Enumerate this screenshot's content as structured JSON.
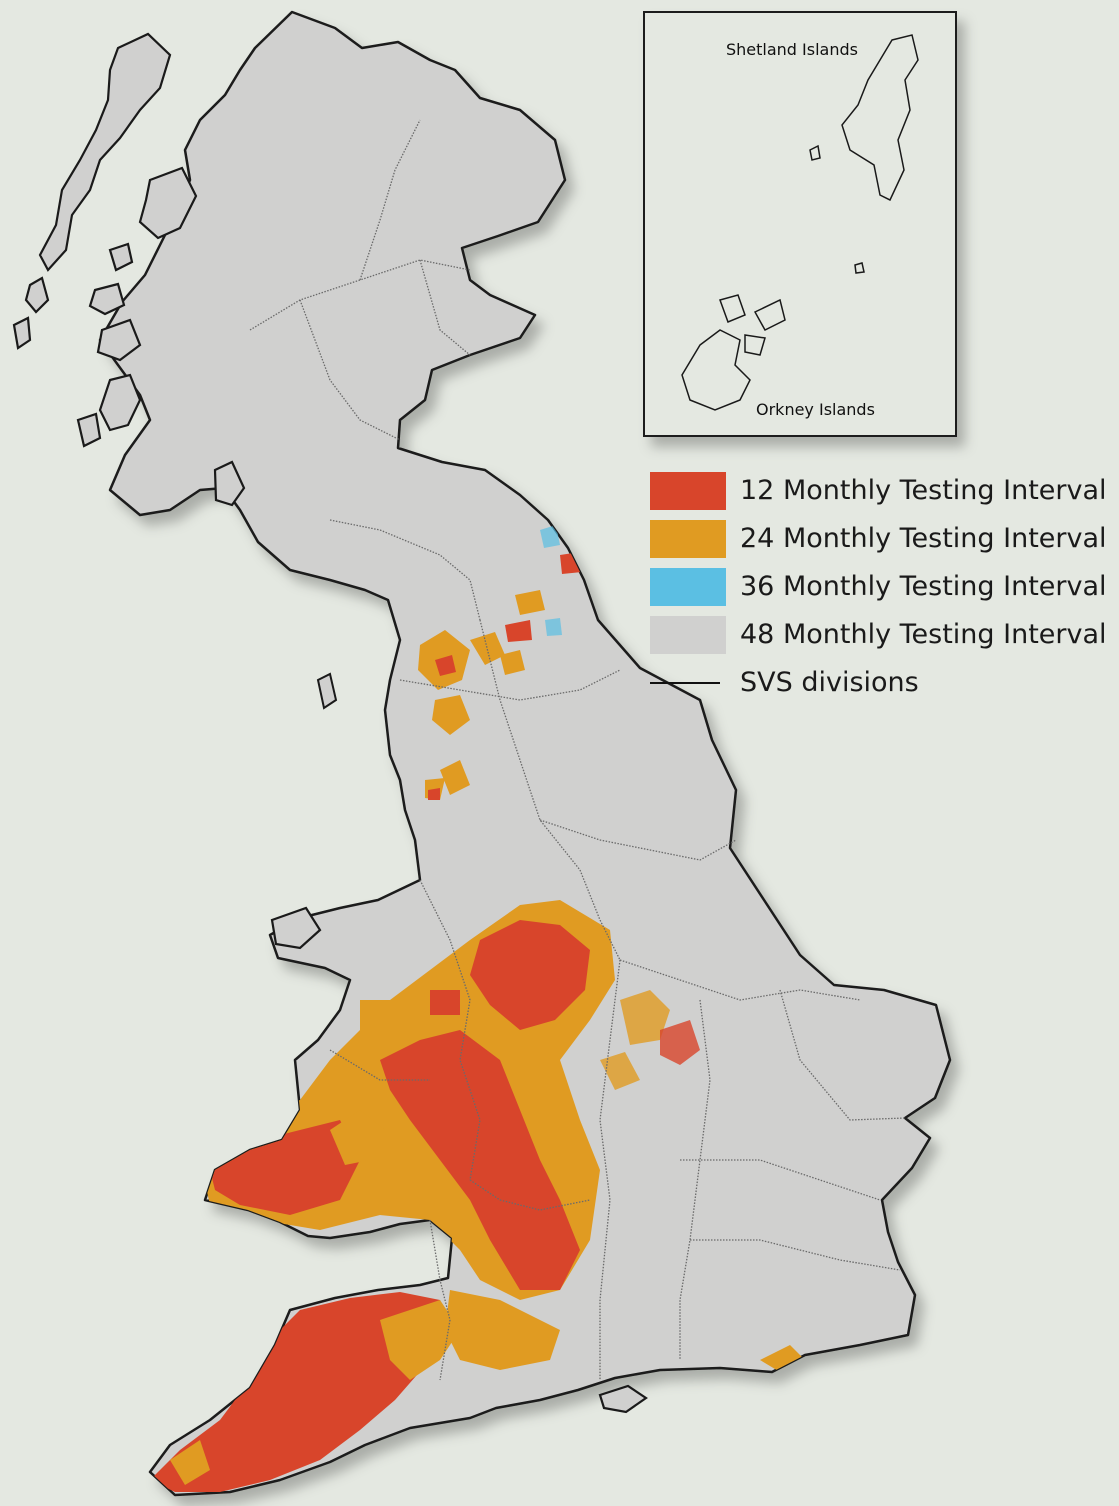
{
  "inset": {
    "labels": {
      "shetland": "Shetland Islands",
      "orkney": "Orkney Islands"
    }
  },
  "legend": {
    "items": [
      {
        "label": "12 Monthly Testing Interval",
        "color": "#d8452b",
        "type": "swatch"
      },
      {
        "label": "24 Monthly Testing Interval",
        "color": "#e09b22",
        "type": "swatch"
      },
      {
        "label": "36 Monthly Testing Interval",
        "color": "#5bbfe3",
        "type": "swatch"
      },
      {
        "label": "48 Monthly Testing Interval",
        "color": "#d0d0cf",
        "type": "swatch"
      },
      {
        "label": "SVS divisions",
        "color": "#111111",
        "type": "line"
      }
    ]
  },
  "colors": {
    "background": "#e4e8e1",
    "land": "#d0d0cf",
    "outline": "#1a1a1a",
    "division": "#6a6a6a",
    "red": "#d8452b",
    "orange": "#e09b22",
    "blue": "#5bbfe3"
  }
}
